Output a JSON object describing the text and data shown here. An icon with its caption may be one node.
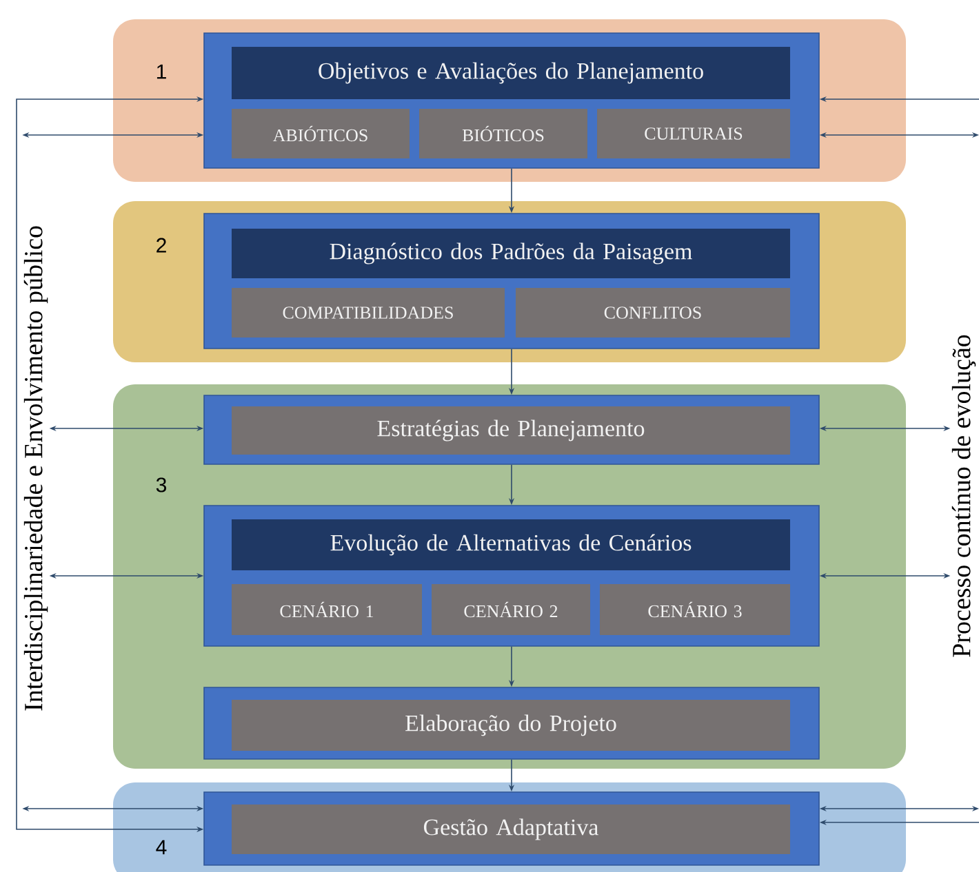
{
  "diagram": {
    "nodes": [
      {
        "text": [
          "1"
        ]
      },
      {
        "text": [],
        "shape": "box",
        "in": 0
      },
      {
        "text": [
          "Objetivos e Avaliações do Planejamento"
        ],
        "in": 1
      },
      {
        "text": [
          "ABIÓTICOS"
        ],
        "in": 1
      },
      {
        "text": [
          "BIÓTICOS"
        ],
        "in": 1
      },
      {
        "text": [
          "CULTURAIS"
        ],
        "in": 1
      },
      {
        "text": [
          "2"
        ]
      },
      {
        "text": [],
        "shape": "box",
        "in": 6
      },
      {
        "text": [
          "Diagnóstico dos Padrões da Paisagem"
        ],
        "in": 7
      },
      {
        "text": [
          "COMPATIBILIDADES"
        ],
        "in": 7
      },
      {
        "text": [
          "CONFLITOS"
        ],
        "in": 7
      },
      {
        "text": [
          "3"
        ]
      },
      {
        "text": [],
        "shape": "box",
        "in": 11
      },
      {
        "text": [
          "Estratégias de Planejamento"
        ],
        "in": 12
      },
      {
        "text": [],
        "shape": "box",
        "in": 11
      },
      {
        "text": [
          "Evolução de Alternativas de Cenários"
        ],
        "in": 14
      },
      {
        "text": [
          "CENÁRIO 1"
        ],
        "in": 14
      },
      {
        "text": [
          "CENÁRIO 2"
        ],
        "in": 14
      },
      {
        "text": [
          "CENÁRIO 3"
        ],
        "in": 14
      },
      {
        "text": [],
        "shape": "box",
        "in": 11
      },
      {
        "text": [
          "Elaboração do Projeto"
        ],
        "in": 19
      },
      {
        "text": [
          "4"
        ]
      },
      {
        "text": [],
        "shape": "box",
        "in": 21
      },
      {
        "text": [
          "Gestão Adaptativa"
        ],
        "in": 22
      },
      {
        "text": [
          "Interdisciplinariedade e Envolvimento público"
        ]
      },
      {
        "text": [
          "Processo contínuo de evolução"
        ]
      }
    ],
    "edges": [
      {
        "from": 1,
        "to": 7,
        "arrow": "to"
      },
      {
        "from": 7,
        "to": 12,
        "arrow": "to"
      },
      {
        "from": 12,
        "to": 14,
        "arrow": "to"
      },
      {
        "from": 14,
        "to": 19,
        "arrow": "to"
      },
      {
        "from": 19,
        "to": 22,
        "arrow": "to"
      },
      {
        "from": 24,
        "to": 1,
        "arrow": "both"
      },
      {
        "from": 24,
        "to": 12,
        "arrow": "both"
      },
      {
        "from": 24,
        "to": 14,
        "arrow": "both"
      },
      {
        "from": 24,
        "to": 22,
        "arrow": "both"
      },
      {
        "from": 22,
        "to": 1,
        "arrow": "both"
      },
      {
        "from": 1,
        "to": null,
        "arrow": "both"
      },
      {
        "from": 12,
        "to": 25,
        "arrow": "both"
      },
      {
        "from": 14,
        "to": 25,
        "arrow": "both"
      },
      {
        "from": 22,
        "to": null,
        "arrow": "both"
      },
      {
        "from": null,
        "to": 1,
        "arrow": "to"
      },
      {
        "from": null,
        "to": 22,
        "arrow": "to"
      }
    ]
  }
}
